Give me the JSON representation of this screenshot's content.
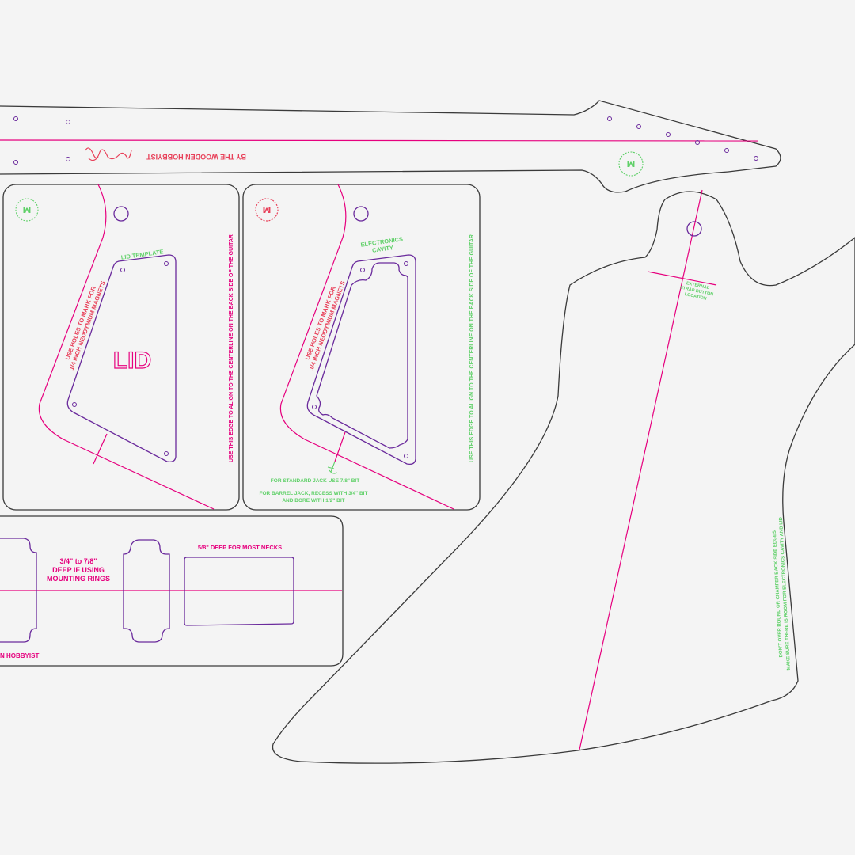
{
  "neck": {
    "brand_text": "BY THE WOODEN HOBBYIST"
  },
  "lid_panel": {
    "template_label": "LID TEMPLATE",
    "big_label": "LID",
    "holes_note_line1": "USE HOLES TO MARK FOR",
    "holes_note_line2": "1/4 INCH NEODYMIUM MAGNETS",
    "edge_note": "USE THIS EDGE TO ALIGN TO THE CENTERLINE ON THE BACK SIDE OF THE GUITAR"
  },
  "cavity_panel": {
    "cavity_label_line1": "ELECTRONICS",
    "cavity_label_line2": "CAVITY",
    "holes_note_line1": "USE HOLES TO MARK FOR",
    "holes_note_line2": "1/4 INCH NEODYMIUM MAGNETS",
    "edge_note": "USE THIS EDGE TO ALIGN TO THE CENTERLINE ON THE BACK SIDE OF THE GUITAR",
    "jack_note_1": "FOR STANDARD JACK USE 7/8\" BIT",
    "jack_note_2_line1": "FOR BARREL JACK, RECESS WITH 3/4\" BIT",
    "jack_note_2_line2": "AND BORE WITH 1/2\" BIT"
  },
  "pickup_panel": {
    "depth_note_line1": "3/4\" to 7/8\"",
    "depth_note_line2": "DEEP IF USING",
    "depth_note_line3": "MOUNTING RINGS",
    "neck_depth_note": "5/8\" DEEP FOR MOST NECKS",
    "brand_partial": "N HOBBYIST"
  },
  "body": {
    "small_note_line1": "EXTERNAL",
    "small_note_line2": "STRAP BUTTON",
    "small_note_line3": "LOCATION",
    "side_note_line1": "DON'T OVER ROUND OR CHAMFER BACK SIDE EDGES",
    "side_note_line2": "MAKE SURE THERE IS ROOM FOR ELECTRONICS CAVITY AND LID"
  },
  "colors": {
    "background": "#f4f4f4",
    "outline": "#3a3a3a",
    "centerline": "#e6007e",
    "cutout": "#6a2a9c",
    "annotation_green": "#5fd068",
    "annotation_red": "#e8415a"
  }
}
